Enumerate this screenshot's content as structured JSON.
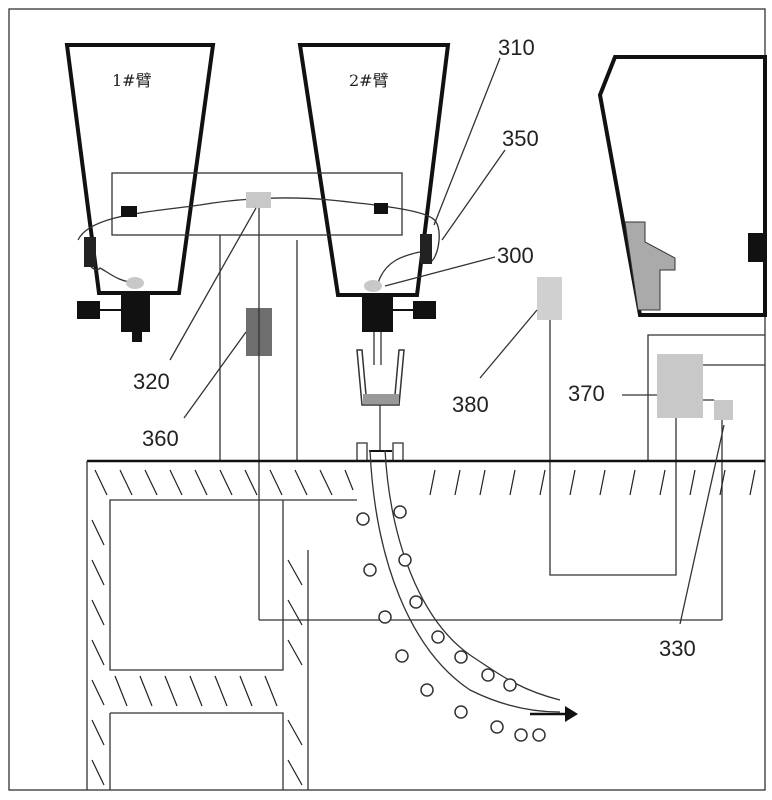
{
  "arms": {
    "arm1": "1#臂",
    "arm2": "2#臂"
  },
  "labels": {
    "l310": "310",
    "l350": "350",
    "l300": "300",
    "l320": "320",
    "l360": "360",
    "l380": "380",
    "l370": "370",
    "l330": "330"
  },
  "colors": {
    "light_gray": "#c8c8c8",
    "dark_gray": "#6e6e6e",
    "black": "#111111"
  }
}
